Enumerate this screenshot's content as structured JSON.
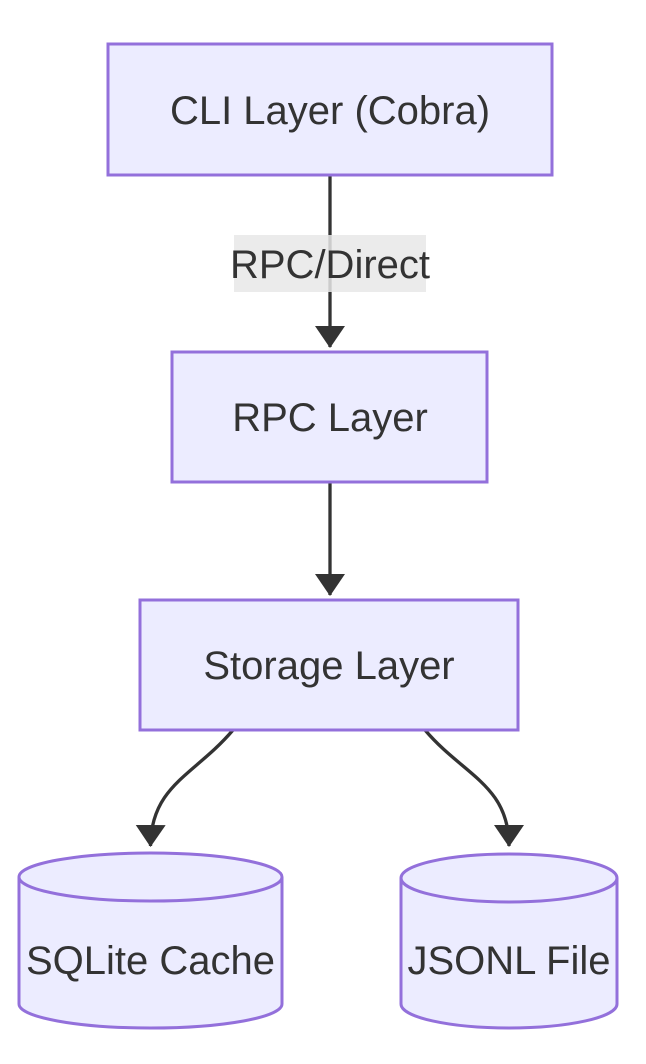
{
  "diagram": {
    "type": "flowchart",
    "direction": "top-down",
    "nodes": [
      {
        "id": "cli",
        "label": "CLI Layer (Cobra)",
        "shape": "rectangle"
      },
      {
        "id": "rpc",
        "label": "RPC Layer",
        "shape": "rectangle"
      },
      {
        "id": "storage",
        "label": "Storage Layer",
        "shape": "rectangle"
      },
      {
        "id": "sqlite",
        "label": "SQLite Cache",
        "shape": "cylinder"
      },
      {
        "id": "jsonl",
        "label": "JSONL File",
        "shape": "cylinder"
      }
    ],
    "edges": [
      {
        "from": "cli",
        "to": "rpc",
        "label": "RPC/Direct"
      },
      {
        "from": "rpc",
        "to": "storage",
        "label": ""
      },
      {
        "from": "storage",
        "to": "sqlite",
        "label": ""
      },
      {
        "from": "storage",
        "to": "jsonl",
        "label": ""
      }
    ],
    "colors": {
      "node_fill": "#ECECFF",
      "node_border": "#9370DB",
      "node_text": "#333333",
      "edge_stroke": "#333333",
      "edge_label_bg": "#e8e8e8",
      "background": "#ffffff"
    }
  }
}
